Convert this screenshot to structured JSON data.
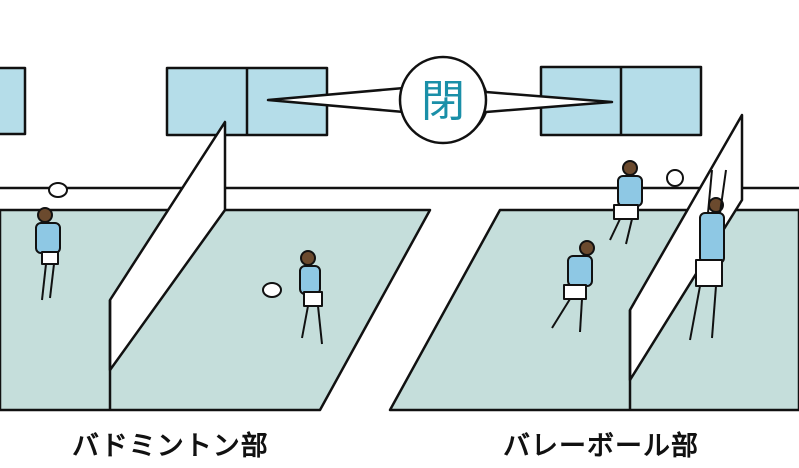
{
  "sign": {
    "text": "閉"
  },
  "labels": {
    "badminton": "バドミントン部",
    "volleyball": "バレーボール部"
  },
  "colors": {
    "court": "#c5dedb",
    "window": "#b5dde9",
    "shirt": "#8ec8e4",
    "accent": "#1a8fa8",
    "line": "#111111"
  }
}
